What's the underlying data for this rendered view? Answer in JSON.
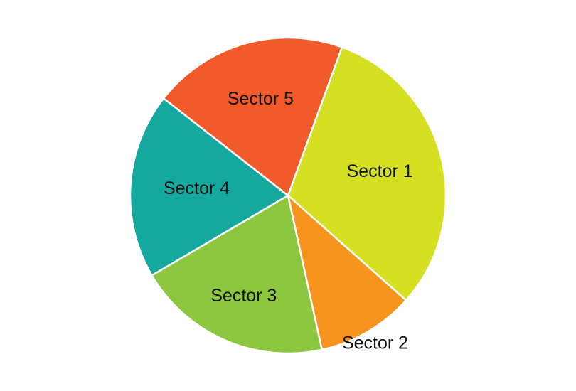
{
  "chart_data": {
    "type": "pie",
    "start_angle_deg": 20,
    "direction": "clockwise",
    "legend": "none",
    "labels_inside": true,
    "slices": [
      {
        "label": "Sector 1",
        "value": 31,
        "color": "#D4E021"
      },
      {
        "label": "Sector 2",
        "value": 10,
        "color": "#F7941D"
      },
      {
        "label": "Sector 3",
        "value": 20,
        "color": "#8DC63F"
      },
      {
        "label": "Sector 4",
        "value": 19,
        "color": "#14A89E"
      },
      {
        "label": "Sector 5",
        "value": 20,
        "color": "#F15A2B"
      }
    ]
  }
}
